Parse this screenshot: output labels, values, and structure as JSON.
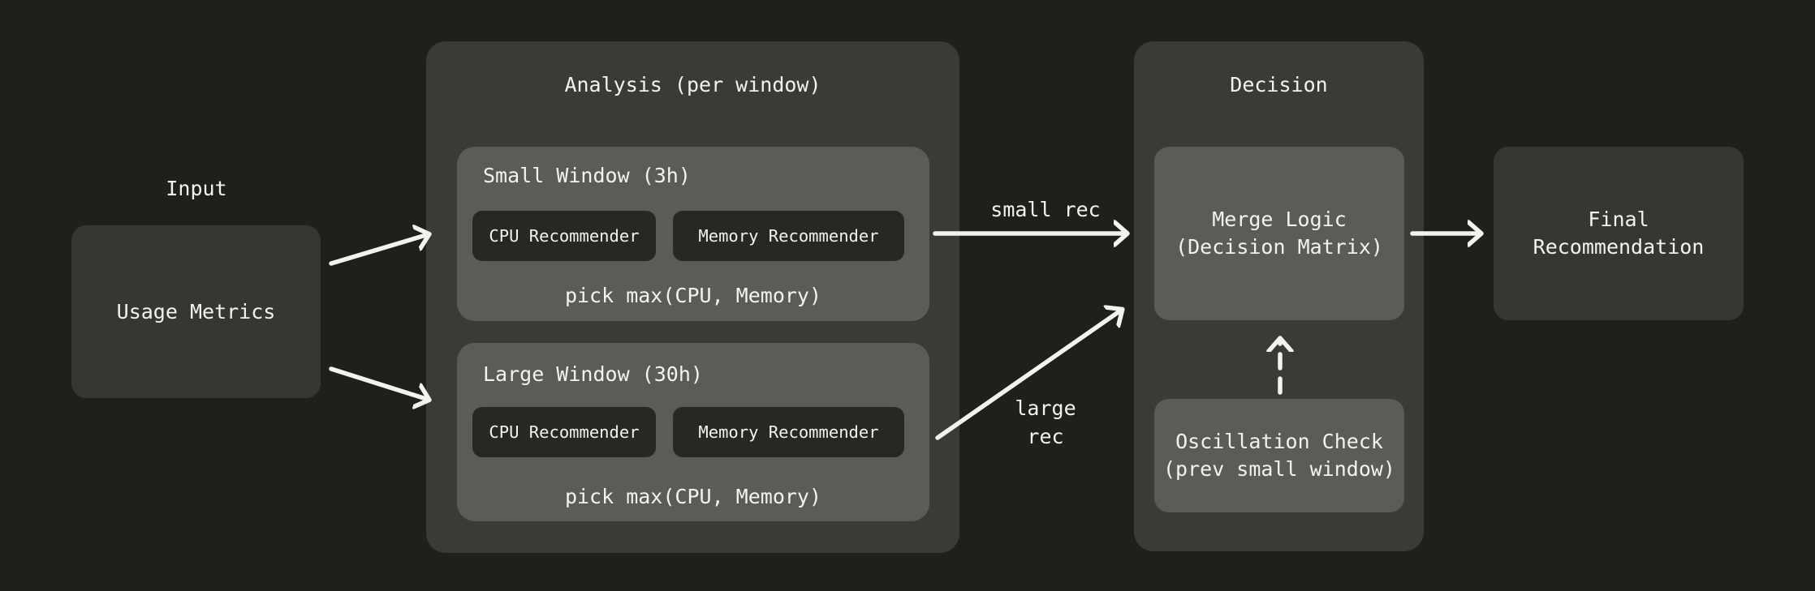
{
  "palette": {
    "background": "#201f1b",
    "group_container": "#3b3a37",
    "io_node": "#373631",
    "inner_panel": "#5c5b57",
    "recommender_button": "#282722",
    "text": "#f3f2ee",
    "arrow": "#f3f2ee"
  },
  "input_group": {
    "label": "Input",
    "node": "Usage Metrics"
  },
  "analysis": {
    "title": "Analysis (per window)",
    "windows": [
      {
        "title": "Small Window (3h)",
        "cpu_button": "CPU Recommender",
        "memory_button": "Memory Recommender",
        "note": "pick max(CPU, Memory)"
      },
      {
        "title": "Large Window (30h)",
        "cpu_button": "CPU Recommender",
        "memory_button": "Memory Recommender",
        "note": "pick max(CPU, Memory)"
      }
    ]
  },
  "edges": {
    "small_rec_label": "small rec",
    "large_rec_label": "large rec"
  },
  "decision": {
    "title": "Decision",
    "merge_node": "Merge Logic (Decision Matrix)",
    "oscillation_node": "Oscillation Check (prev small window)"
  },
  "output": {
    "final_node": "Final Recommendation"
  }
}
